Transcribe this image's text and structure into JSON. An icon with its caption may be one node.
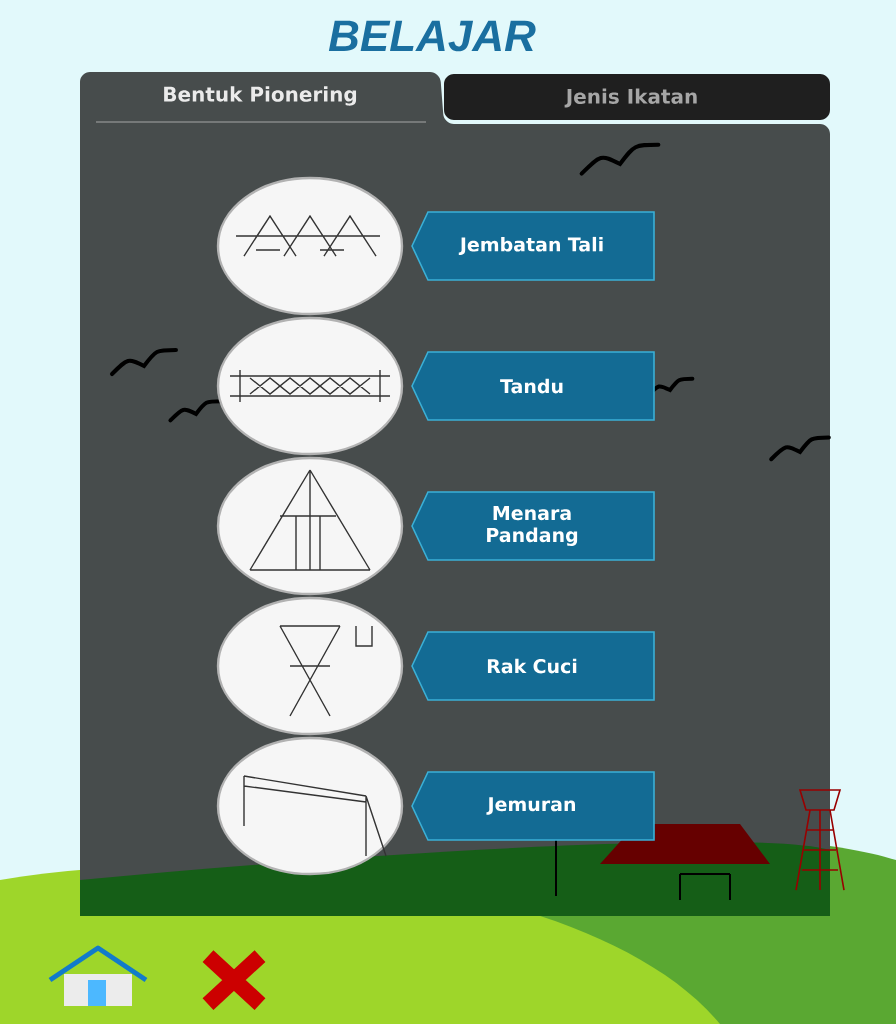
{
  "diagram": {
    "title": "BELAJAR",
    "nodes": [
      {
        "text": [
          "Bentuk Pionering"
        ]
      },
      {
        "text": [
          "Jenis Ikatan"
        ]
      },
      {
        "text": [
          "Jembatan Tali"
        ]
      },
      {
        "text": [
          "Tandu"
        ]
      },
      {
        "text": [
          "Menara Pandang"
        ]
      },
      {
        "text": [
          "Rak Cuci"
        ]
      },
      {
        "text": [
          "Jemuran"
        ]
      }
    ],
    "edges": []
  }
}
